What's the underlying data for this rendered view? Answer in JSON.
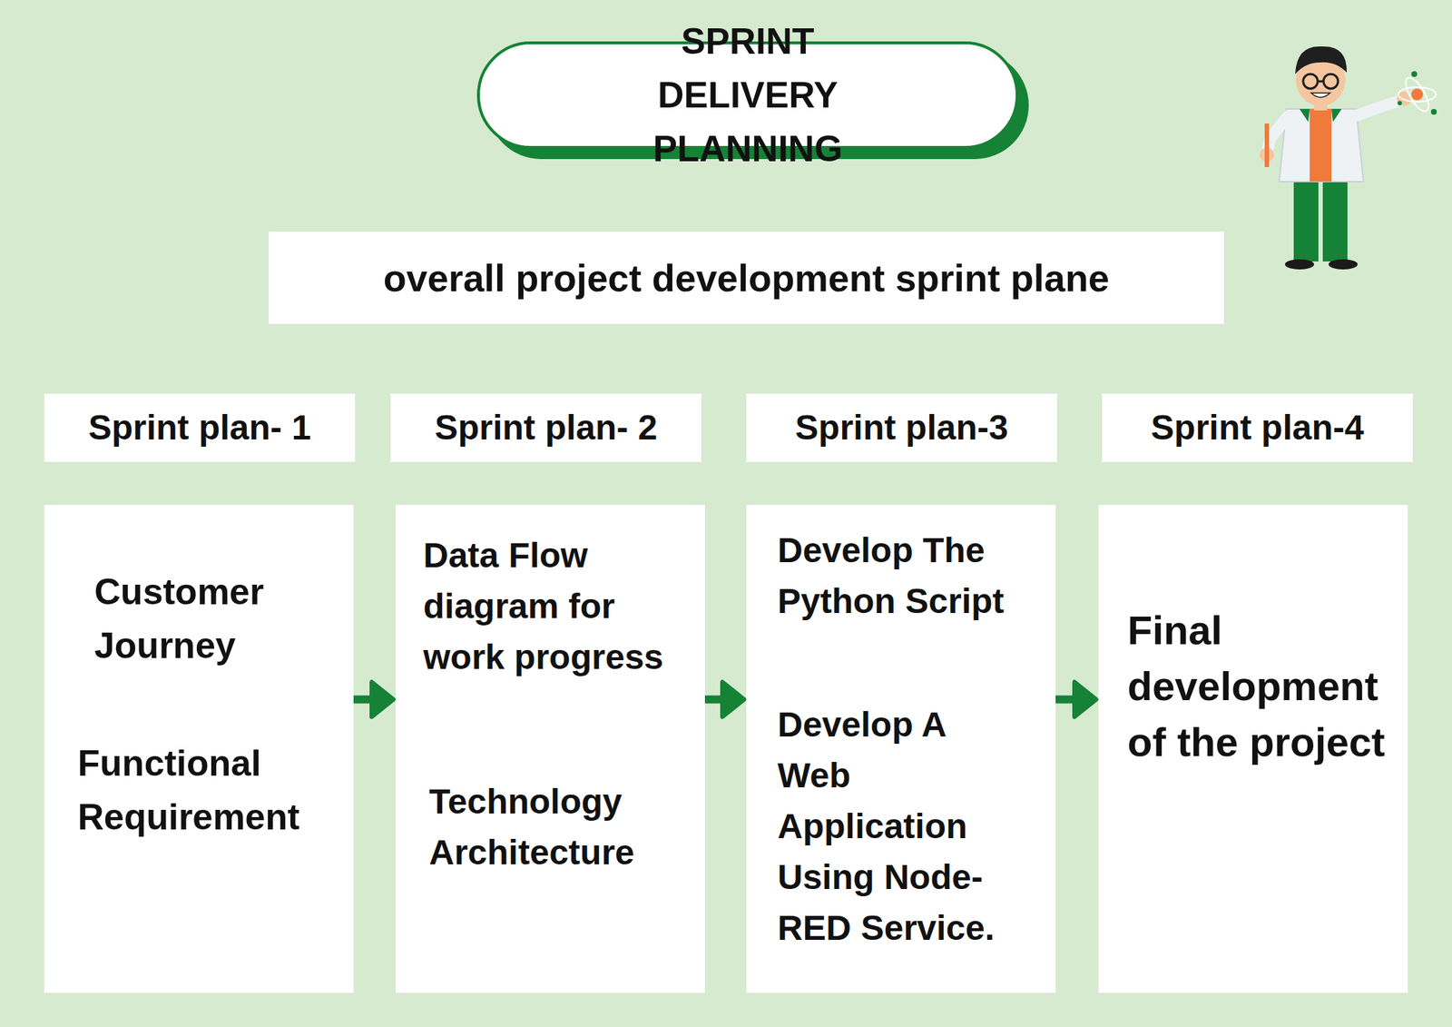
{
  "diagram": {
    "title": "SPRINT DELIVERY PLANNING",
    "nodes": [
      {
        "text": [
          "overall project development sprint plane"
        ]
      },
      {
        "text": [
          "Sprint plan- 1"
        ]
      },
      {
        "text": [
          "Sprint plan- 2"
        ]
      },
      {
        "text": [
          "Sprint plan-3"
        ]
      },
      {
        "text": [
          "Sprint plan-4"
        ]
      },
      {
        "text": [
          "Customer Journey",
          "Functional Requirement"
        ]
      },
      {
        "text": [
          "Data Flow diagram for work progress",
          "Technology Architecture"
        ]
      },
      {
        "text": [
          "Develop The Python Script",
          "Develop A Web Application Using Node-RED Service."
        ]
      },
      {
        "text": [
          "Final development of the project"
        ]
      }
    ],
    "edges": [
      {
        "from": 5,
        "to": 6,
        "arrow": "to"
      },
      {
        "from": 6,
        "to": 7,
        "arrow": "to"
      },
      {
        "from": 7,
        "to": 8,
        "arrow": "to"
      }
    ]
  }
}
